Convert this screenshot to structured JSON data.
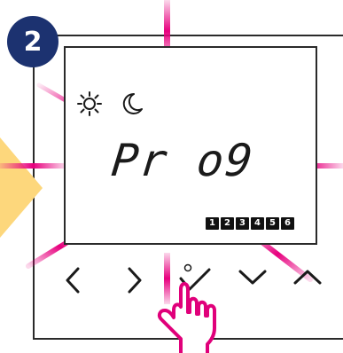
{
  "step_badge": {
    "label": "2"
  },
  "display": {
    "mode_text": "Pr o9",
    "mode_icons": [
      "sun-icon",
      "moon-icon"
    ],
    "day_indicators": [
      "1",
      "2",
      "3",
      "4",
      "5",
      "6"
    ]
  },
  "buttons": [
    "chevron-left-icon",
    "chevron-right-icon",
    "check-icon",
    "chevron-down-icon",
    "chevron-up-icon"
  ],
  "colors": {
    "accent_flash": "#e7007e",
    "badge_background": "#1c3270",
    "hand_outline": "#e0007a",
    "arrow_fill": "#fdd77c"
  }
}
